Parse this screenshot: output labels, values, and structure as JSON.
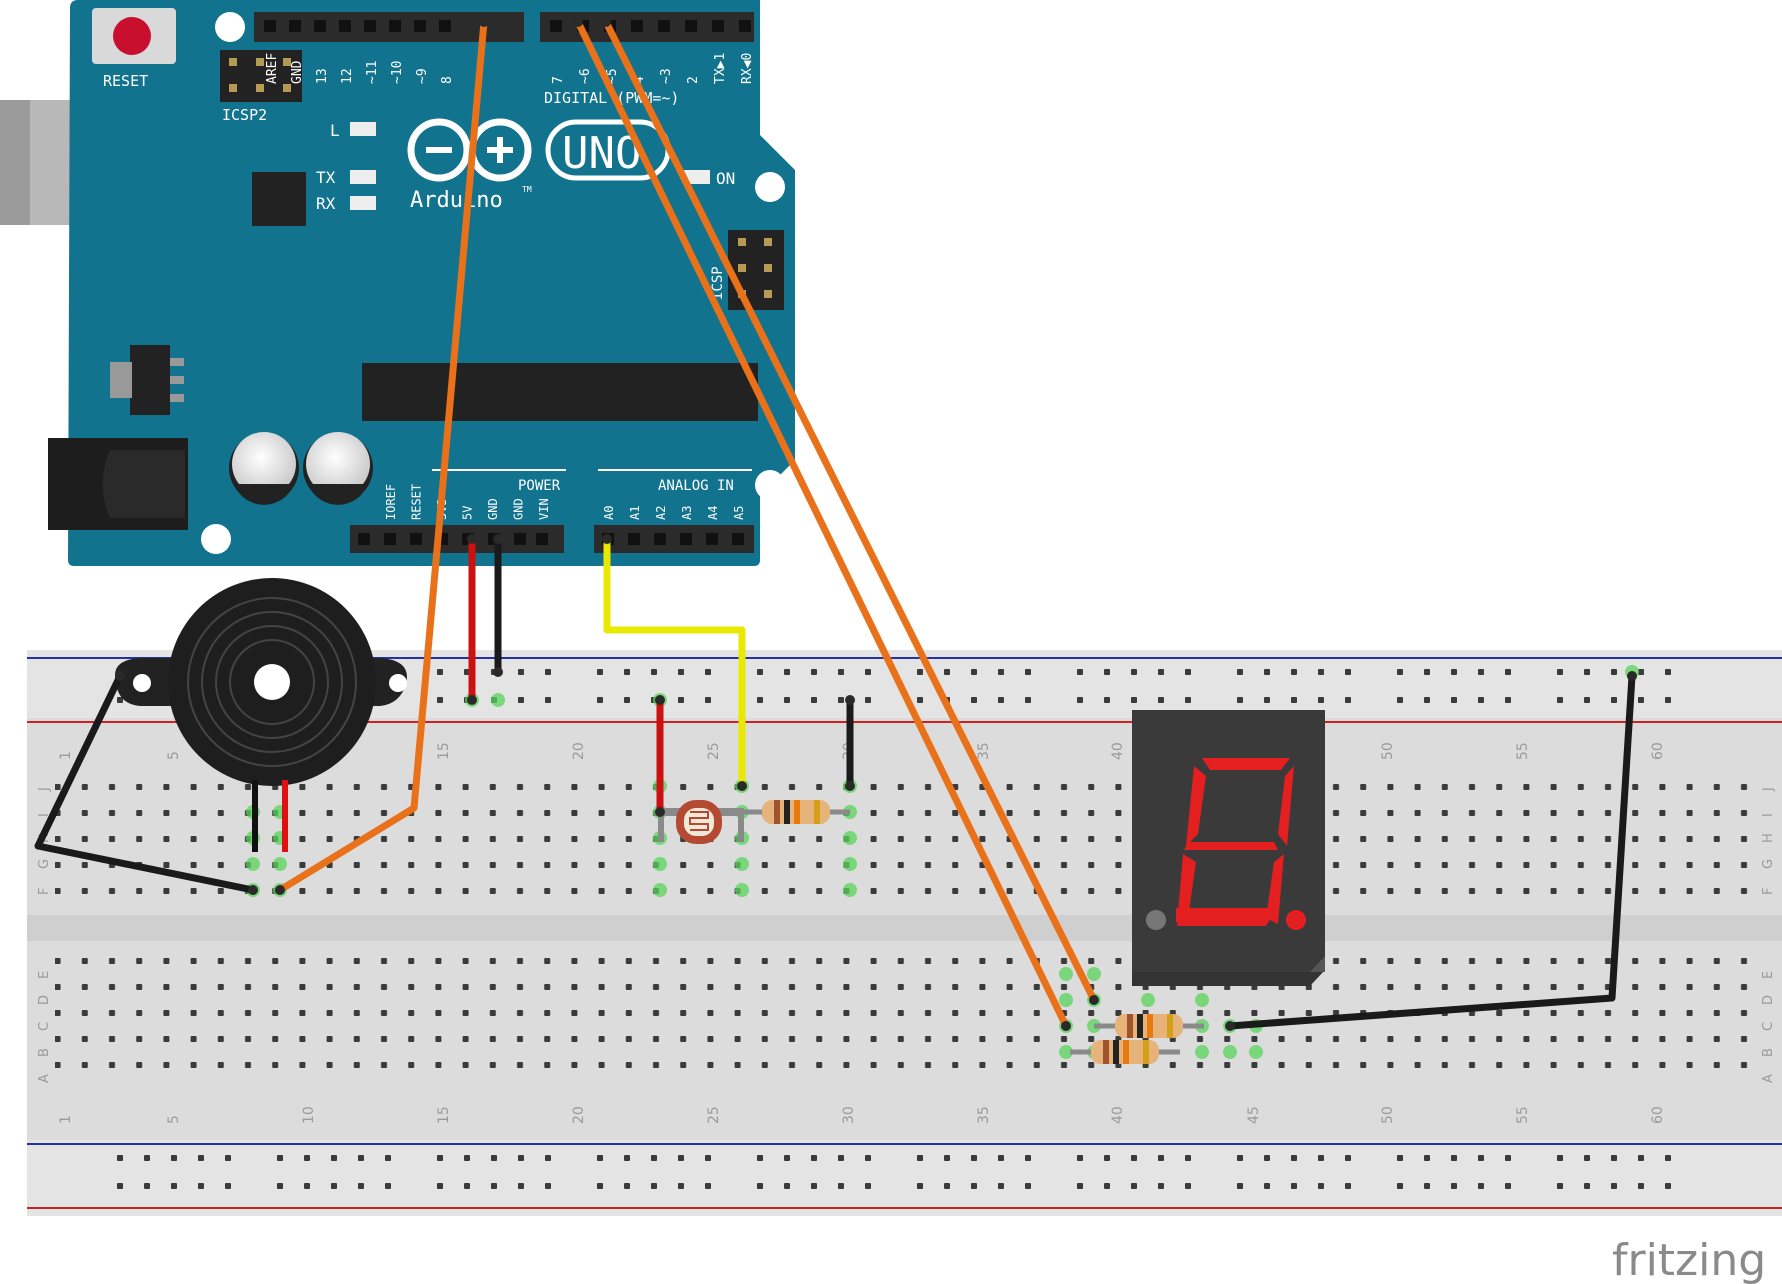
{
  "board": {
    "reset_label": "RESET",
    "icsp2_label": "ICSP2",
    "icsp_label": "ICSP",
    "led_l": "L",
    "led_tx": "TX",
    "led_rx": "RX",
    "led_on": "ON",
    "uno_text": "UNO",
    "brand_text": "Arduino",
    "tm": "TM",
    "digital_label": "DIGITAL (PWM=~)",
    "power_label": "POWER",
    "analog_label": "ANALOG IN",
    "digital_pins": [
      "AREF",
      "GND",
      "13",
      "12",
      "~11",
      "~10",
      "~9",
      "8",
      "7",
      "~6",
      "~5",
      "4",
      "~3",
      "2",
      "TX▶1",
      "RX◀0"
    ],
    "power_pins": [
      "IOREF",
      "RESET",
      "3V3",
      "5V",
      "GND",
      "GND",
      "VIN"
    ],
    "analog_pins": [
      "A0",
      "A1",
      "A2",
      "A3",
      "A4",
      "A5"
    ]
  },
  "breadboard": {
    "column_numbers": [
      "1",
      "5",
      "10",
      "15",
      "20",
      "25",
      "30",
      "35",
      "40",
      "45",
      "50",
      "55",
      "60"
    ],
    "top_row_letters": [
      "J",
      "I",
      "H",
      "G",
      "F"
    ],
    "bottom_row_letters": [
      "E",
      "D",
      "C",
      "B",
      "A"
    ]
  },
  "components": [
    "piezo-buzzer",
    "photoresistor",
    "resistor-10k",
    "seven-segment-display",
    "resistor-220-a",
    "resistor-220-b"
  ],
  "wire_colors": {
    "orange": "#e8711a",
    "black": "#1a1a1a",
    "red": "#cc1111",
    "yellow": "#e8e800"
  },
  "watermark": "fritzing"
}
